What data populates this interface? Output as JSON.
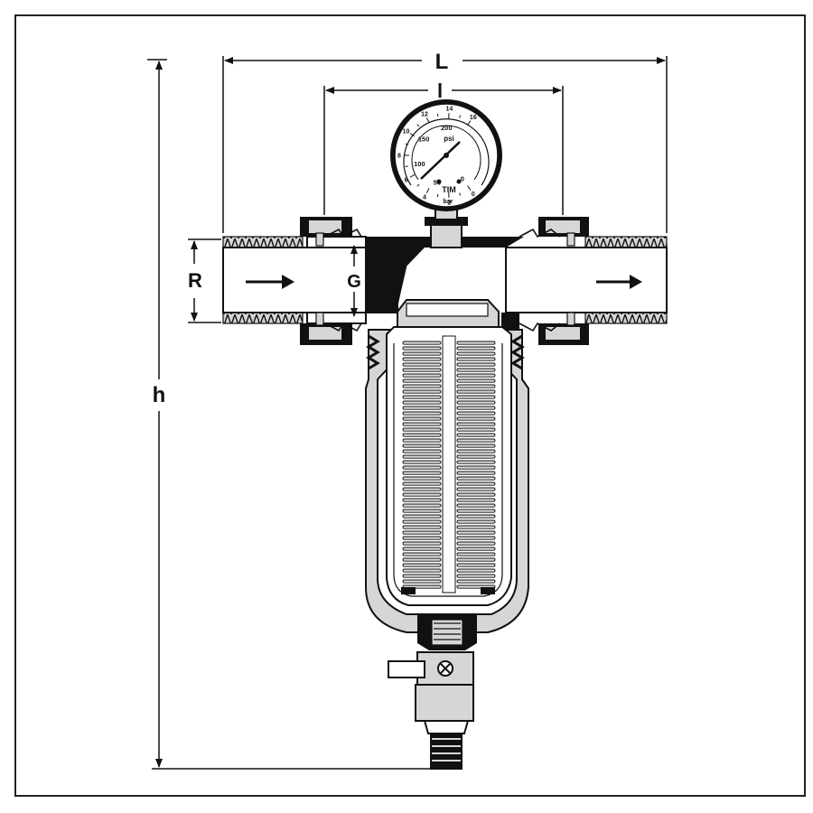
{
  "dimensions": {
    "L": "L",
    "l": "l",
    "R": "R",
    "G": "G",
    "h": "h"
  },
  "gauge": {
    "psi_unit": "psi",
    "bar_unit": "bar",
    "brand": "TIM",
    "psi_ticks": [
      "0",
      "50",
      "100",
      "150",
      "200"
    ],
    "bar_ticks": [
      "0",
      "2",
      "4",
      "6",
      "8",
      "10",
      "12",
      "14",
      "16"
    ]
  },
  "colors": {
    "line": "#111111",
    "body_fill": "#d6d6d6",
    "frame": "#222222"
  }
}
